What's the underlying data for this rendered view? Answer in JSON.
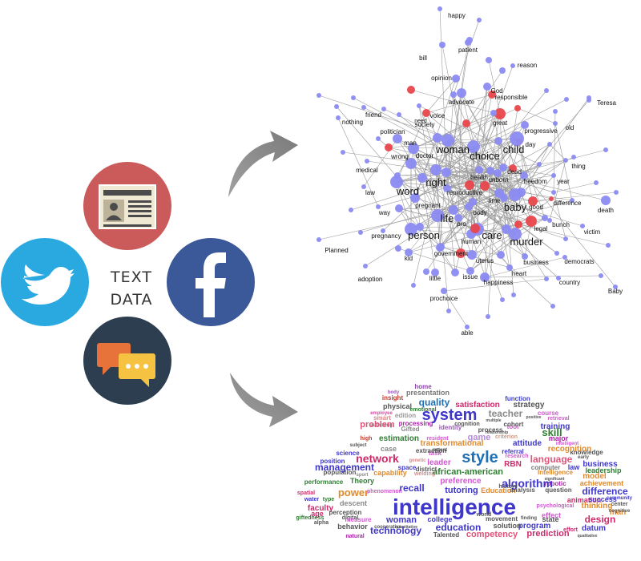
{
  "center_label": {
    "line1": "TEXT",
    "line2": "DATA"
  },
  "sources": [
    {
      "name": "news",
      "icon": "newspaper-icon",
      "color": "#cb5a5a"
    },
    {
      "name": "twitter",
      "icon": "twitter-bird-icon",
      "color": "#2aa9e0"
    },
    {
      "name": "facebook",
      "icon": "facebook-f-icon",
      "color": "#3b5998"
    },
    {
      "name": "chat",
      "icon": "chat-bubbles-icon",
      "color": "#2c3e50"
    }
  ],
  "arrow_color": "#8a8a8a",
  "network": {
    "labels": [
      "happy",
      "patient",
      "bill",
      "reason",
      "opinion",
      "God",
      "responsible",
      "advocate",
      "Teresa",
      "voice",
      "friend",
      "nothing",
      "need",
      "society",
      "politician",
      "great",
      "old",
      "progressive",
      "day",
      "man",
      "wrong",
      "doctor",
      "woman",
      "choice",
      "child",
      "medical",
      "thing",
      "dead",
      "freedom",
      "year",
      "health",
      "unborn",
      "right",
      "law",
      "reproductive",
      "word",
      "difference",
      "baby",
      "death",
      "time",
      "good",
      "pregnant",
      "life",
      "way",
      "pro",
      "body",
      "bunch",
      "legal",
      "victim",
      "person",
      "care",
      "pregnancy",
      "human",
      "murder",
      "government",
      "democrats",
      "business",
      "uterus",
      "kid",
      "Planned",
      "heart",
      "country",
      "issue",
      "little",
      "happiness",
      "adoption",
      "Baby",
      "prochoice",
      "able"
    ],
    "node_colors": {
      "regular": "#8b8bf2",
      "highlight": "#e8474c"
    }
  },
  "wordcloud": {
    "words": [
      "home",
      "body",
      "presentation",
      "insight",
      "physical",
      "emotional",
      "quality",
      "satisfaction",
      "function",
      "strategy",
      "employee",
      "smart",
      "edition",
      "system",
      "teacher",
      "course",
      "retrieval",
      "authoring",
      "processing",
      "identity",
      "cognition",
      "process",
      "tool",
      "training",
      "problem",
      "relationship",
      "skill",
      "high",
      "estimation",
      "resident",
      "game",
      "criterion",
      "major",
      "subject",
      "case",
      "transformational",
      "attitude",
      "intelligent",
      "task",
      "science",
      "referral",
      "research",
      "knowledge",
      "position",
      "network",
      "genetic",
      "extraction",
      "leader",
      "style",
      "language",
      "early",
      "business",
      "population",
      "capability",
      "sport",
      "patent",
      "RBN",
      "computer",
      "law",
      "leadership",
      "Gifted",
      "welding",
      "african-american",
      "cohort",
      "model",
      "performance",
      "Theory",
      "preference",
      "Education",
      "Intelligence",
      "recognition",
      "management",
      "space",
      "district",
      "achievement",
      "spatial",
      "water",
      "power",
      "tutoring",
      "analysis",
      "question",
      "difference",
      "type",
      "descent",
      "robotic",
      "animation",
      "success",
      "faculty",
      "recall",
      "algorithm",
      "center",
      "age",
      "perception",
      "giftedness",
      "digital",
      "phenomenon",
      "history",
      "psychological",
      "thinking",
      "community",
      "intelligence",
      "man",
      "measure",
      "woman",
      "college",
      "state",
      "program",
      "design",
      "alpha",
      "behavior",
      "cooperative",
      "quantitative",
      "education",
      "movement",
      "solution",
      "effect",
      "datum",
      "natural",
      "technology",
      "Talented",
      "competency",
      "prediction",
      "world",
      "finding",
      "cognitive",
      "qualitative",
      "multiple",
      "positive",
      "significant",
      "effort"
    ]
  }
}
